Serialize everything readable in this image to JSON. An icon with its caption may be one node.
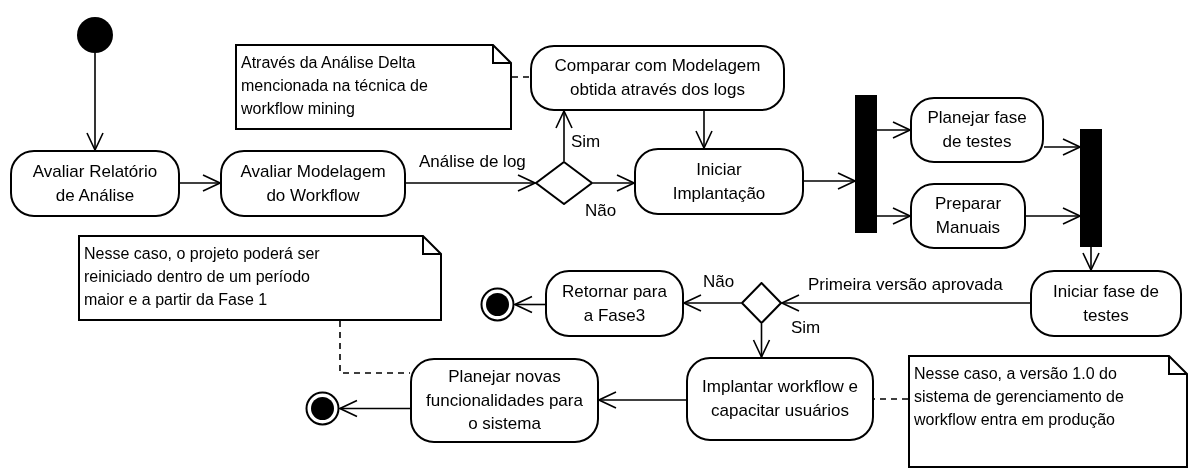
{
  "diagram": {
    "nodes": [
      {
        "text": [],
        "shape": "circle"
      },
      {
        "text": [
          "Através da Análise Delta mencionada na técnica de workflow mining"
        ]
      },
      {
        "text": [
          "Comparar com Modelagem obtida através dos logs"
        ]
      },
      {
        "text": [
          "Avaliar Relatório de Análise"
        ]
      },
      {
        "text": [
          "Avaliar Modelagem do Workflow"
        ]
      },
      {
        "text": [],
        "shape": "diamond"
      },
      {
        "text": [
          "Iniciar Implantação"
        ]
      },
      {
        "text": [],
        "shape": "bar"
      },
      {
        "text": [
          "Planejar fase de testes"
        ]
      },
      {
        "text": [
          "Preparar Manuais"
        ]
      },
      {
        "text": [],
        "shape": "bar"
      },
      {
        "text": [
          "Nesse caso, o projeto poderá ser reiniciado dentro de um período maior e a partir da Fase 1"
        ]
      },
      {
        "text": [],
        "shape": "bullseye"
      },
      {
        "text": [
          "Retornar para a Fase3"
        ]
      },
      {
        "text": [],
        "shape": "diamond"
      },
      {
        "text": [
          "Iniciar fase de testes"
        ]
      },
      {
        "text": [],
        "shape": "bullseye"
      },
      {
        "text": [
          "Planejar novas funcionalidades para o sistema"
        ]
      },
      {
        "text": [
          "Implantar workflow e capacitar usuários"
        ]
      },
      {
        "text": [
          "Nesse caso, a versão 1.0 do sistema de gerenciamento de workflow entra em produção"
        ]
      }
    ],
    "edges": [
      {
        "from": 0,
        "to": 3,
        "arrow": "to"
      },
      {
        "from": 3,
        "to": 4,
        "arrow": "to"
      },
      {
        "from": 4,
        "to": 5,
        "arrow": "to",
        "label": "Análise de log"
      },
      {
        "from": 5,
        "to": 2,
        "arrow": "to",
        "label": "Sim"
      },
      {
        "from": 5,
        "to": 6,
        "arrow": "to",
        "label": "Não"
      },
      {
        "from": 2,
        "to": 6,
        "arrow": "to"
      },
      {
        "from": 6,
        "to": 7,
        "arrow": "to"
      },
      {
        "from": 7,
        "to": 8,
        "arrow": "to"
      },
      {
        "from": 7,
        "to": 9,
        "arrow": "to"
      },
      {
        "from": 8,
        "to": 10,
        "arrow": "to"
      },
      {
        "from": 9,
        "to": 10,
        "arrow": "to"
      },
      {
        "from": 10,
        "to": 15,
        "arrow": "to"
      },
      {
        "from": 15,
        "to": 14,
        "arrow": "to",
        "label": "Primeira versão aprovada"
      },
      {
        "from": 14,
        "to": 13,
        "arrow": "to",
        "label": "Não"
      },
      {
        "from": 14,
        "to": 18,
        "arrow": "to",
        "label": "Sim"
      },
      {
        "from": 13,
        "to": 12,
        "arrow": "to"
      },
      {
        "from": 18,
        "to": 17,
        "arrow": "to"
      },
      {
        "from": 17,
        "to": 16,
        "arrow": "to"
      },
      {
        "from": 1,
        "to": 2,
        "arrow": "none",
        "style": "dashed"
      },
      {
        "from": 11,
        "to": 17,
        "arrow": "none",
        "style": "dashed"
      },
      {
        "from": 19,
        "to": 18,
        "arrow": "none",
        "style": "dashed"
      }
    ]
  }
}
